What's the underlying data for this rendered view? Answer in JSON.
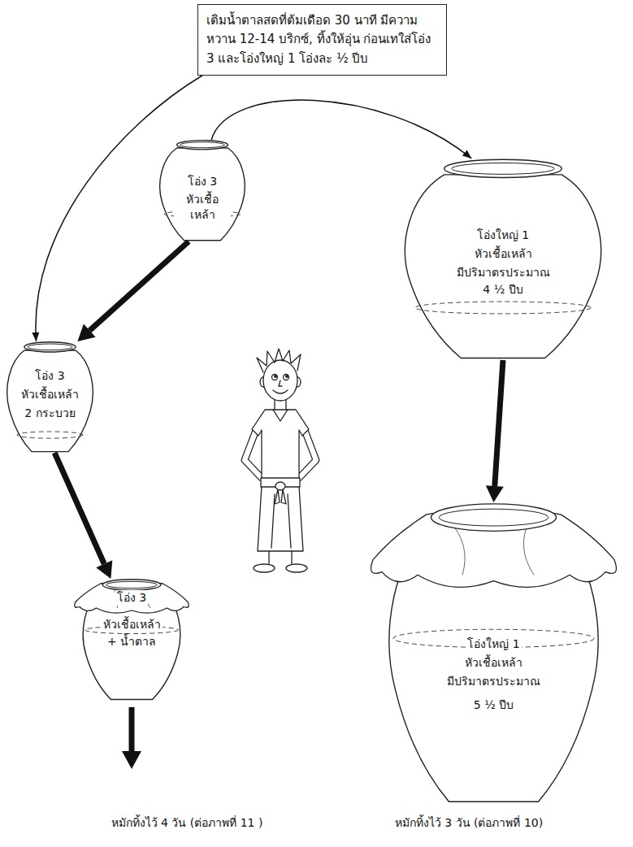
{
  "diagram": {
    "nodes": [
      {
        "text": [
          "เติมน้ำตาลสดที่ต้มเดือด 30 นาที มีความหวาน 12-14 บริกซ์, ทิ้งให้อุ่น ก่อนเทใส่โอ่ง 3 และโอ่งใหญ่ 1 โอ่งละ ½ ปีบ"
        ]
      },
      {
        "text": [
          "โอ่ง 3",
          "หัวเชื้อเหล้า"
        ]
      },
      {
        "text": [
          "โอ่งใหญ่ 1",
          "หัวเชื้อเหล้า",
          "มีปริมาตรประมาณ",
          "4 ½ ปีบ"
        ]
      },
      {
        "text": [
          "โอ่ง 3",
          "หัวเชื้อเหล้า",
          "2 กระบวย"
        ]
      },
      {
        "text": [
          "โอ่ง 3",
          "หัวเชื้อเหล้า",
          "+ น้ำตาล"
        ]
      },
      {
        "text": [
          "โอ่งใหญ่ 1",
          "หัวเชื้อเหล้า",
          "มีปริมาตรประมาณ",
          "5 ½ ปีบ"
        ]
      }
    ],
    "edges": [
      {
        "from": 0,
        "to": 3,
        "arrow": "to"
      },
      {
        "from": 1,
        "to": 2,
        "arrow": "to"
      },
      {
        "from": 1,
        "to": 3,
        "arrow": "to"
      },
      {
        "from": 3,
        "to": 4,
        "arrow": "to"
      },
      {
        "from": 2,
        "to": 5,
        "arrow": "to"
      }
    ],
    "labels": [
      "หมักทิ้งไว้ 4 วัน (ต่อภาพที่ 11 )",
      "หมักทิ้งไว้ 3 วัน (ต่อภาพที่ 10)"
    ]
  }
}
